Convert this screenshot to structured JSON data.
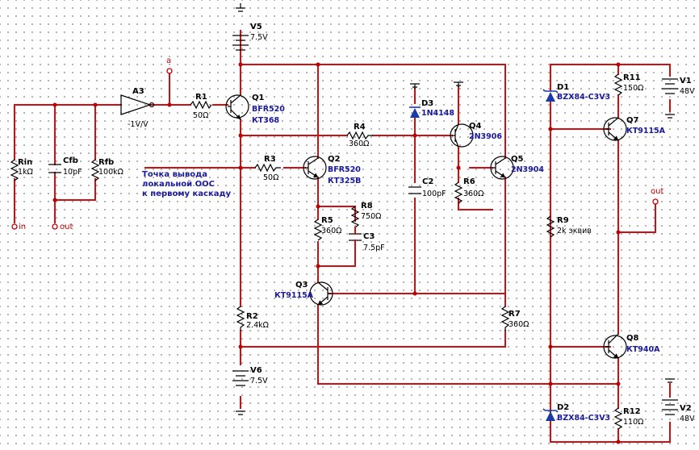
{
  "components": {
    "V5": {
      "ref": "V5",
      "value": "7.5V"
    },
    "V6": {
      "ref": "V6",
      "value": "7.5V"
    },
    "V1": {
      "ref": "V1",
      "value": "48V"
    },
    "V2": {
      "ref": "V2",
      "value": "48V"
    },
    "A3": {
      "ref": "A3",
      "value": "-1V/V"
    },
    "R1": {
      "ref": "R1",
      "value": "50Ω"
    },
    "R2": {
      "ref": "R2",
      "value": "2.4kΩ"
    },
    "R3": {
      "ref": "R3",
      "value": "50Ω"
    },
    "R4": {
      "ref": "R4",
      "value": "360Ω"
    },
    "R5": {
      "ref": "R5",
      "value": "360Ω"
    },
    "R6": {
      "ref": "R6",
      "value": "360Ω"
    },
    "R7": {
      "ref": "R7",
      "value": "360Ω"
    },
    "R8": {
      "ref": "R8",
      "value": "750Ω"
    },
    "R9": {
      "ref": "R9",
      "value": "2k эквив"
    },
    "R11": {
      "ref": "R11",
      "value": "150Ω"
    },
    "R12": {
      "ref": "R12",
      "value": "110Ω"
    },
    "Rin": {
      "ref": "Rin",
      "value": "1kΩ"
    },
    "Rfb": {
      "ref": "Rfb",
      "value": "100kΩ"
    },
    "Cfb": {
      "ref": "Cfb",
      "value": "10pF"
    },
    "C2": {
      "ref": "C2",
      "value": "100pF"
    },
    "C3": {
      "ref": "C3",
      "value": "7.5pF"
    },
    "D1": {
      "ref": "D1",
      "value": "BZX84-C3V3"
    },
    "D2": {
      "ref": "D2",
      "value": "BZX84-C3V3"
    },
    "D3": {
      "ref": "D3",
      "value": "1N4148"
    },
    "Q1": {
      "ref": "Q1",
      "model": "BFR520",
      "alt": "КТ368"
    },
    "Q2": {
      "ref": "Q2",
      "model": "BFR520",
      "alt": "КТ325В"
    },
    "Q3": {
      "ref": "Q3",
      "model": "КТ9115А"
    },
    "Q4": {
      "ref": "Q4",
      "model": "2N3906"
    },
    "Q5": {
      "ref": "Q5",
      "model": "2N3904"
    },
    "Q7": {
      "ref": "Q7",
      "model": "КТ9115А"
    },
    "Q8": {
      "ref": "Q8",
      "model": "КТ940А"
    }
  },
  "ports": {
    "a": "a",
    "in": "in",
    "out_left": "out",
    "out_right": "out"
  },
  "annotation": {
    "lines": [
      "Точка вывода",
      "локальной ООС",
      "к первому каскаду"
    ]
  },
  "colors": {
    "wire": "#d01010",
    "component": "#000000",
    "note_text": "#1a1aa0",
    "port": "#c00000",
    "grid_dot": "#9a9a9a"
  }
}
